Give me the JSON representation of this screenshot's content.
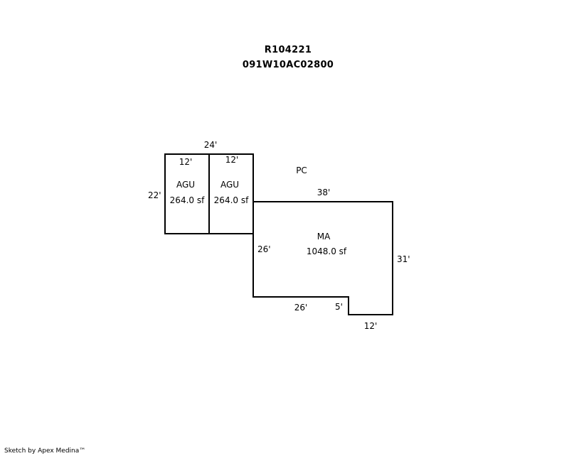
{
  "header": {
    "account_id": "R104221",
    "map_number": "091W10AC02800"
  },
  "sketch": {
    "label_pc": "PC",
    "areas": [
      {
        "code": "AGU",
        "area": "264.0 sf"
      },
      {
        "code": "AGU",
        "area": "264.0 sf"
      },
      {
        "code": "MA",
        "area": "1048.0 sf"
      }
    ],
    "dims": {
      "garage_top": "24'",
      "garage_left": "22'",
      "garage_a_width": "12'",
      "garage_b_width": "12'",
      "main_top": "38'",
      "main_left": "26'",
      "main_right": "31'",
      "main_bottom": "26'",
      "main_notch": "5'",
      "main_bottom_right": "12'"
    }
  },
  "footer": {
    "credit": "Sketch by Apex Medina™"
  }
}
